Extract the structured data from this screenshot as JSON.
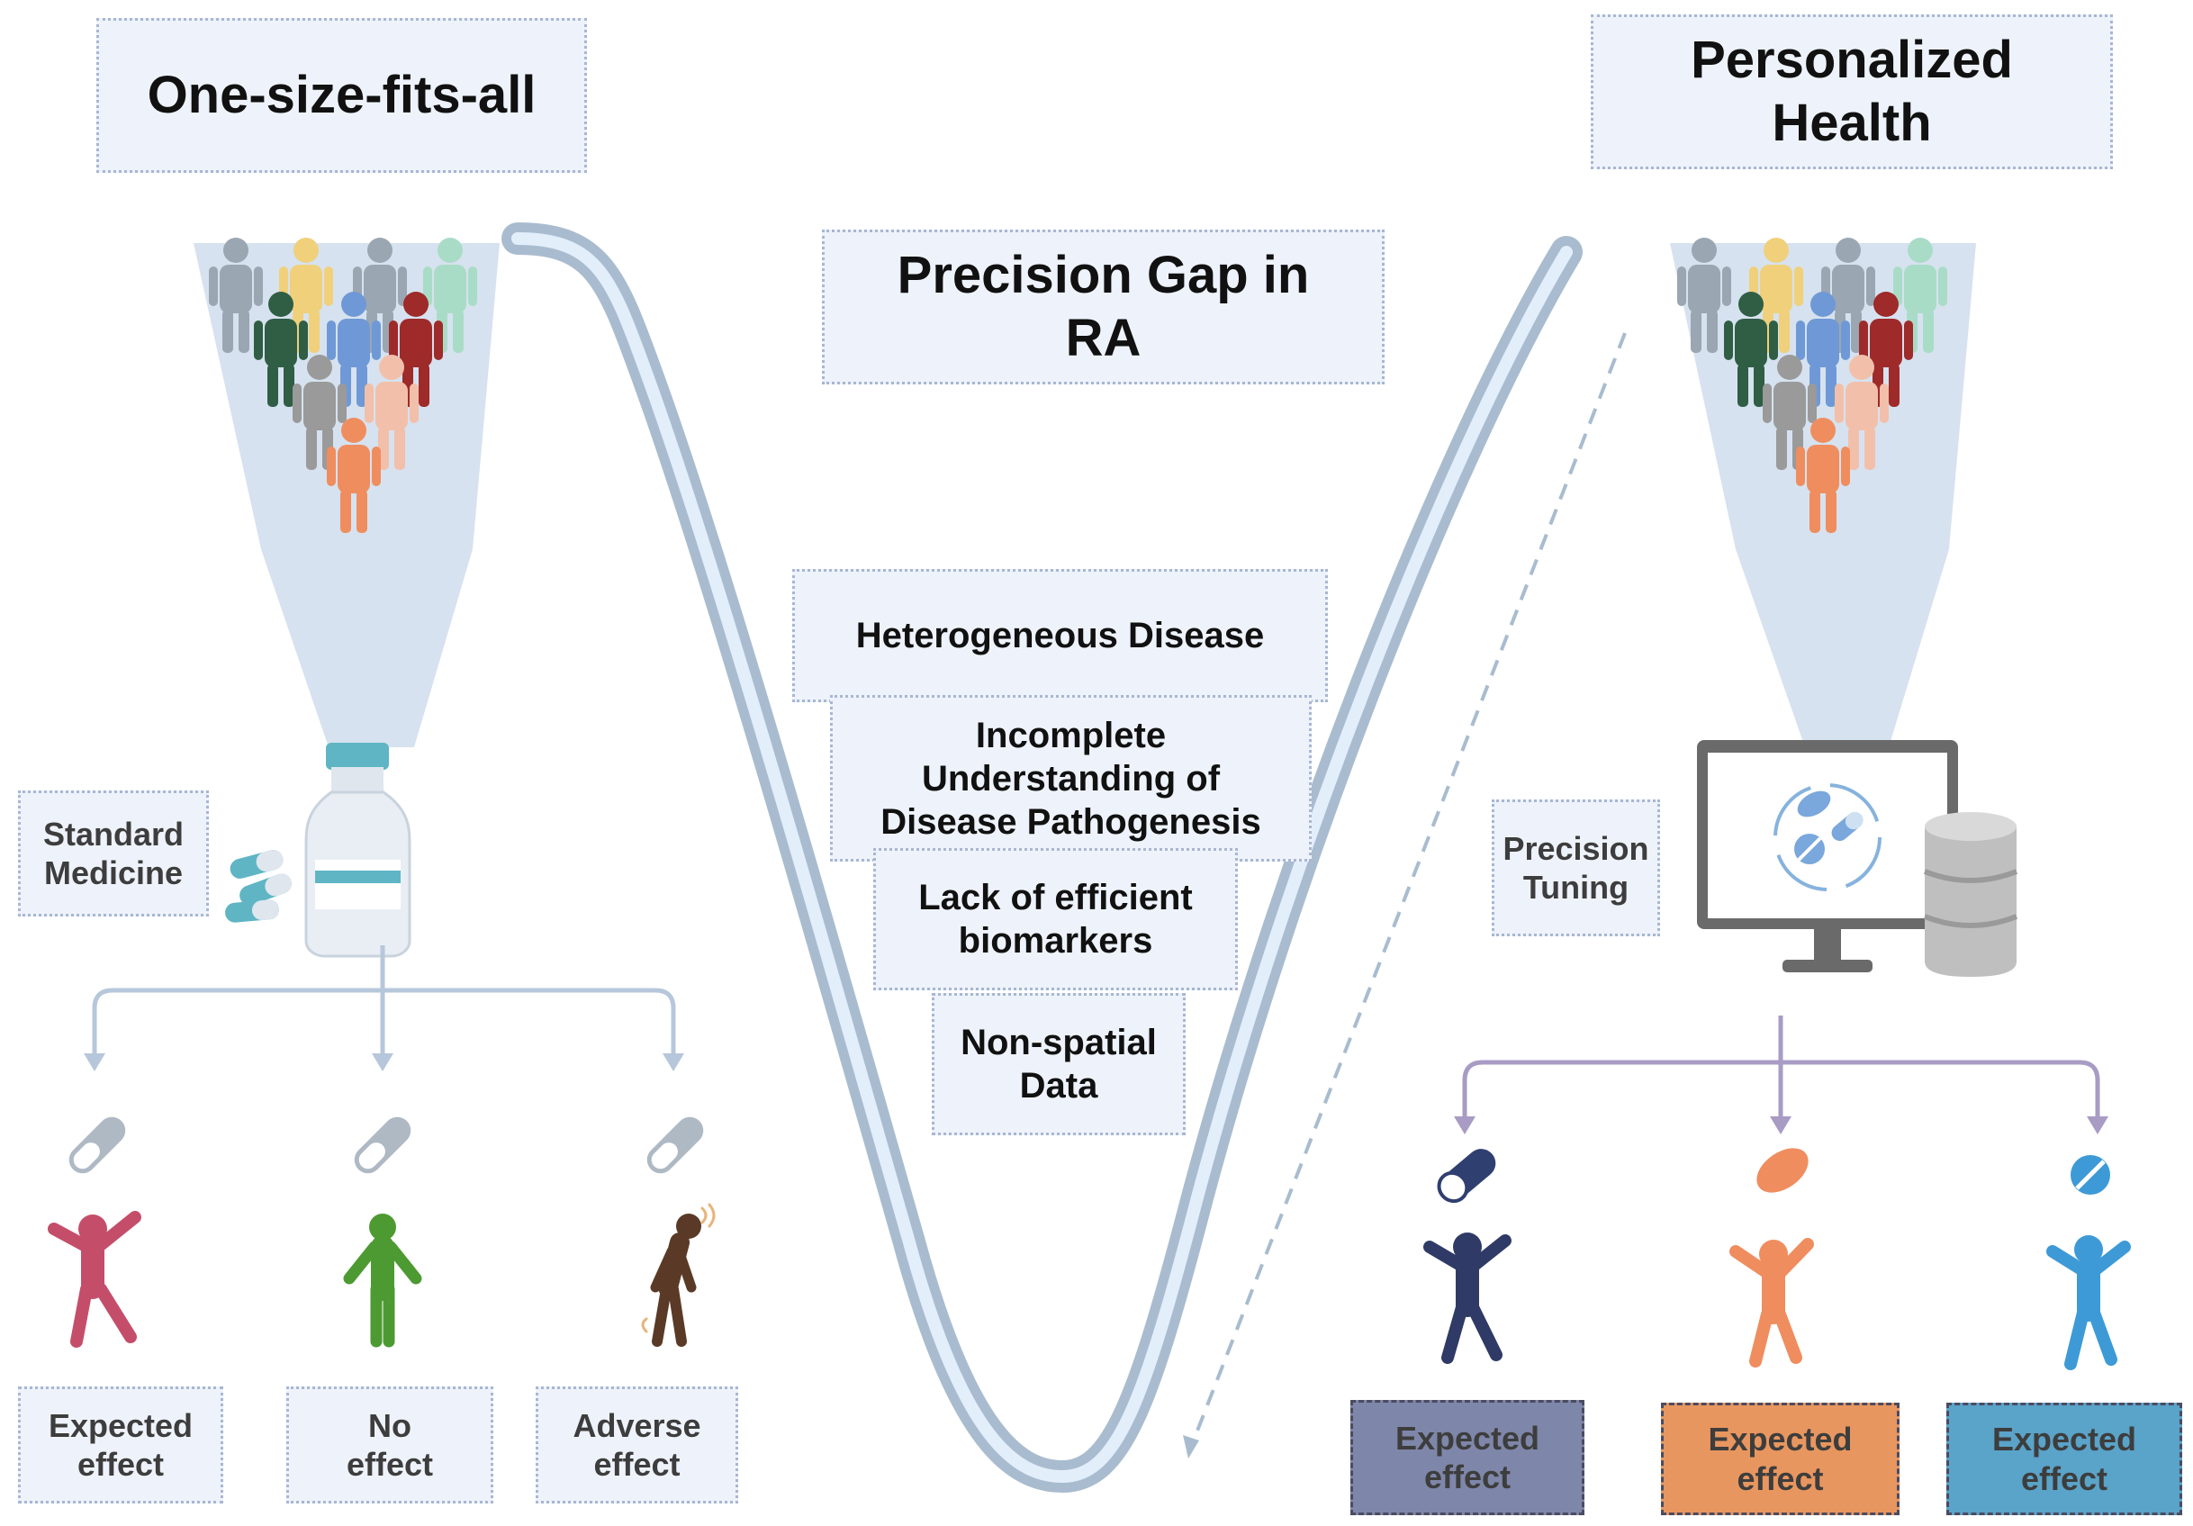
{
  "left_title": "One-size-fits-all",
  "right_title": "Personalized\nHealth",
  "center_title": "Precision Gap in\nRA",
  "gap_items": [
    "Heterogeneous Disease",
    "Incomplete\nUnderstanding of\nDisease Pathogenesis",
    "Lack of efficient\nbiomarkers",
    "Non-spatial\nData"
  ],
  "left_medicine_label": "Standard\nMedicine",
  "right_tuning_label": "Precision\nTuning",
  "left_outcomes": [
    "Expected\neffect",
    "No\neffect",
    "Adverse\neffect"
  ],
  "right_outcomes": [
    "Expected\neffect",
    "Expected\neffect",
    "Expected\neffect"
  ],
  "colors": {
    "box_fill": "#eef3fb",
    "box_border": "#a9b6d3",
    "funnel": "#d6e2ef",
    "valley": "#a9bccf",
    "connector_left": "#b7c7db",
    "connector_right": "#a89bc4",
    "out_right_1": "#7e87a9",
    "out_right_2": "#e8965f",
    "out_right_3": "#5aa3c9"
  },
  "icons": [
    "people-crowd-icon",
    "medicine-vial-icon",
    "capsule-icon",
    "person-icon",
    "computer-monitor-icon",
    "database-icon",
    "pill-icon"
  ]
}
